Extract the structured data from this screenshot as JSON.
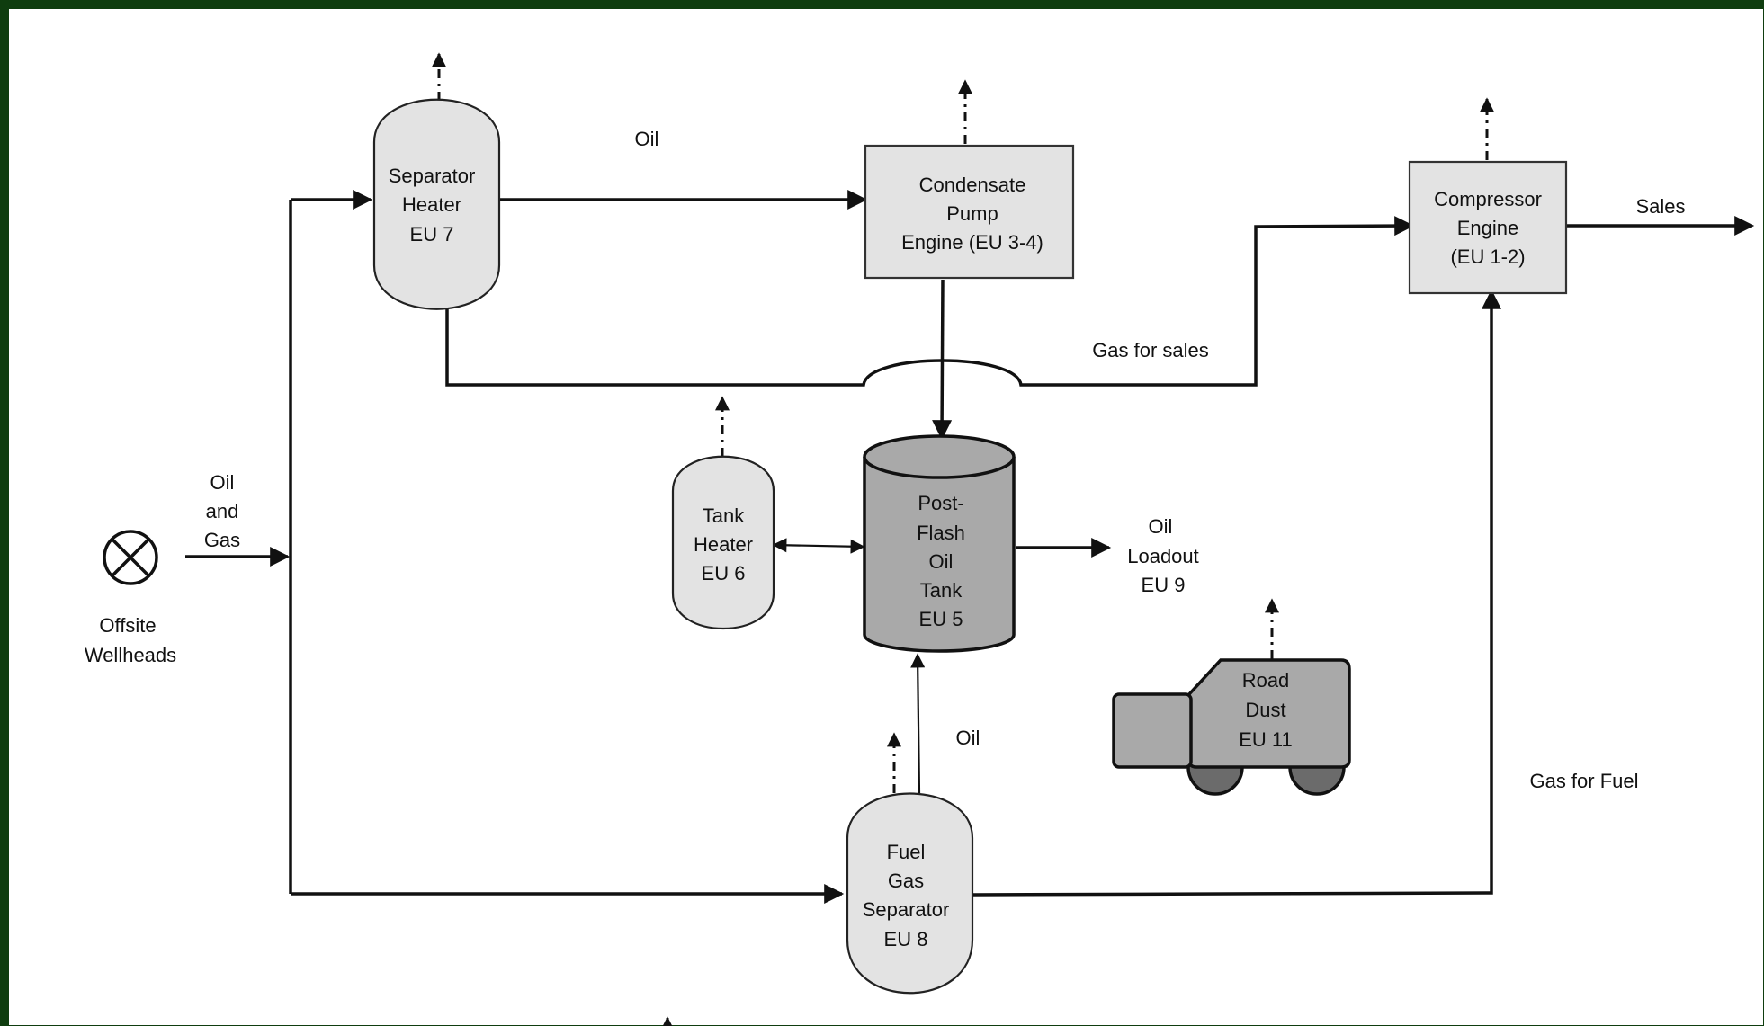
{
  "equipment": {
    "separator_heater": [
      "Separator",
      "Heater",
      "EU 7"
    ],
    "condensate_pump": [
      "Condensate",
      "Pump",
      "Engine (EU 3-4)"
    ],
    "compressor_engine": [
      "Compressor",
      "Engine",
      "(EU 1-2)"
    ],
    "tank_heater": [
      "Tank",
      "Heater",
      "EU 6"
    ],
    "oil_tank": [
      "Post-",
      "Flash",
      "Oil",
      "Tank",
      "EU 5"
    ],
    "oil_loadout": [
      "Oil",
      "Loadout",
      "EU 9"
    ],
    "road_dust": [
      "Road",
      "Dust",
      "EU 11"
    ],
    "fuel_gas_separator": [
      "Fuel",
      "Gas",
      "Separator",
      "EU 8"
    ],
    "wellheads": [
      "Offsite",
      "Wellheads"
    ]
  },
  "streams": {
    "oil_top": "Oil",
    "sales": "Sales",
    "gas_for_sales": "Gas for sales",
    "oil_and_gas": [
      "Oil",
      "and",
      "Gas"
    ],
    "oil_fuel_sep": "Oil",
    "gas_for_fuel": "Gas for Fuel"
  },
  "colors": {
    "frame": "#0f3d0f",
    "vessel_fill": "#e3e3e3",
    "tank_fill": "#a9a9a9"
  }
}
